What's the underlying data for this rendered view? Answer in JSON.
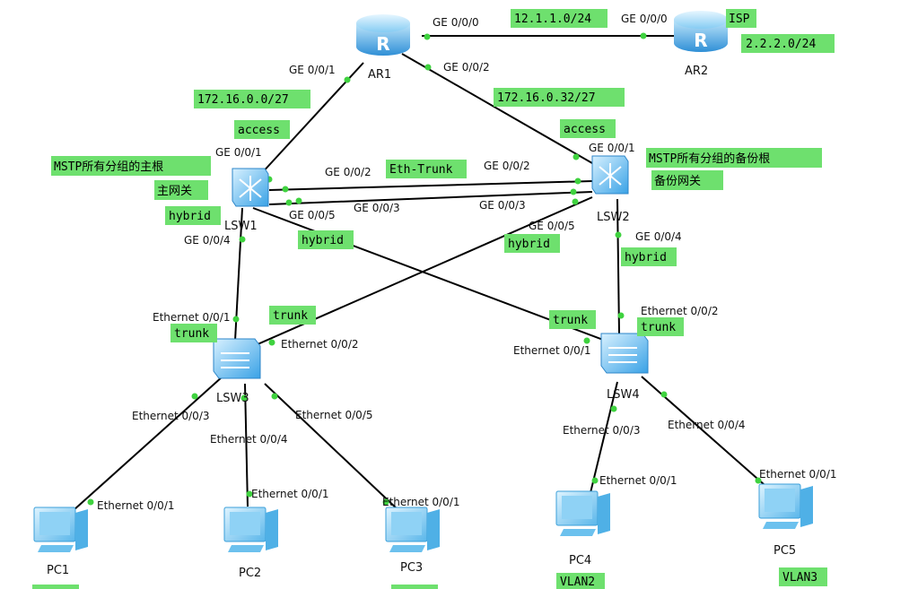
{
  "colors": {
    "tag": "#6ee06e",
    "dot": "#3fd23f",
    "router": "#3aa3e0",
    "switch": "#4bb0ea",
    "pc": "#5bbbe8"
  },
  "devices": {
    "ar1": "AR1",
    "ar2": "AR2",
    "lsw1": "LSW1",
    "lsw2": "LSW2",
    "lsw3": "LSW3",
    "lsw4": "LSW4",
    "pc1": "PC1",
    "pc2": "PC2",
    "pc3": "PC3",
    "pc4": "PC4",
    "pc5": "PC5"
  },
  "ports": {
    "ar1_g000": "GE 0/0/0",
    "ar2_g000": "GE 0/0/0",
    "ar1_g001": "GE 0/0/1",
    "ar1_g002": "GE 0/0/2",
    "lsw1_g001": "GE 0/0/1",
    "lsw1_g002": "GE 0/0/2",
    "lsw1_g003": "GE 0/0/3",
    "lsw1_g004": "GE 0/0/4",
    "lsw1_g005": "GE 0/0/5",
    "lsw2_g001": "GE 0/0/1",
    "lsw2_g002": "GE 0/0/2",
    "lsw2_g003": "GE 0/0/3",
    "lsw2_g004": "GE 0/0/4",
    "lsw2_g005": "GE 0/0/5",
    "lsw3_e001": "Ethernet 0/0/1",
    "lsw3_e002": "Ethernet 0/0/2",
    "lsw3_e003": "Ethernet 0/0/3",
    "lsw3_e004": "Ethernet 0/0/4",
    "lsw3_e005": "Ethernet 0/0/5",
    "lsw4_e001": "Ethernet 0/0/1",
    "lsw4_e002": "Ethernet 0/0/2",
    "lsw4_e003": "Ethernet 0/0/3",
    "lsw4_e004": "Ethernet 0/0/4",
    "pc1_e001": "Ethernet 0/0/1",
    "pc2_e001": "Ethernet 0/0/1",
    "pc3_e001": "Ethernet 0/0/1",
    "pc4_e001": "Ethernet 0/0/1",
    "pc5_e001": "Ethernet 0/0/1"
  },
  "tags": {
    "net_12": "12.1.1.0/24",
    "isp": "ISP",
    "net_2": "2.2.2.0/24",
    "net_172_0": "172.16.0.0/27",
    "net_172_32": "172.16.0.32/27",
    "access1": "access",
    "access2": "access",
    "mstp_primary": "MSTP所有分组的主根",
    "primary_gw": "主网关",
    "mstp_backup": "MSTP所有分组的备份根",
    "backup_gw": "备份网关",
    "eth_trunk": "Eth-Trunk",
    "hybrid1": "hybrid",
    "hybrid2": "hybrid",
    "hybrid3": "hybrid",
    "hybrid4": "hybrid",
    "trunk1": "trunk",
    "trunk2": "trunk",
    "trunk3": "trunk",
    "trunk4": "trunk",
    "vlan2": "VLAN2",
    "vlan3": "VLAN3"
  }
}
